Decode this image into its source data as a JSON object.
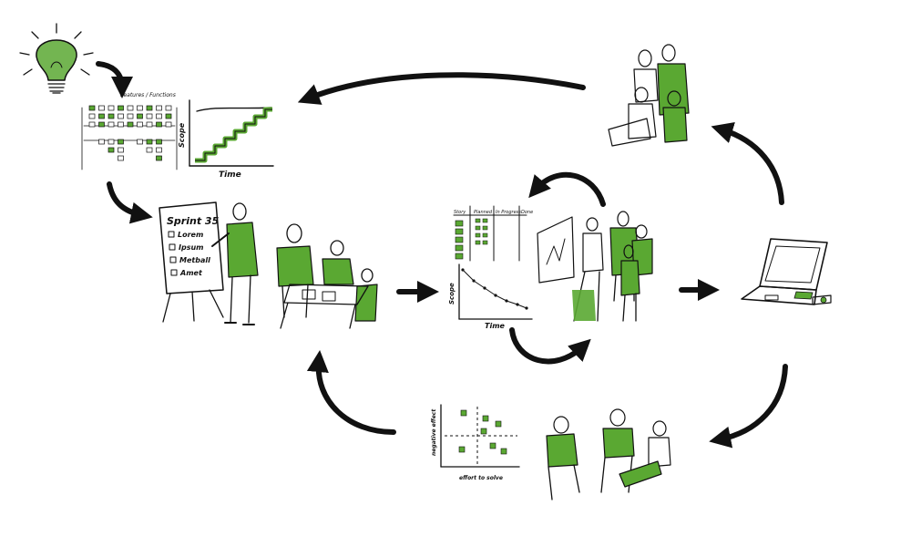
{
  "colors": {
    "accent": "#5aa832",
    "ink": "#111111",
    "background": "#ffffff"
  },
  "icons": {
    "idea": "lightbulb-icon",
    "delivery": "laptop-icon"
  },
  "backlog": {
    "heading": "Features / Functions"
  },
  "release_chart": {
    "xlabel": "Time",
    "ylabel": "Scope"
  },
  "sprint_board": {
    "title": "Sprint 35",
    "items": [
      "Lorem",
      "Ipsum",
      "Metball",
      "Amet"
    ]
  },
  "task_board": {
    "columns": [
      "Story",
      "Planned",
      "In Progress",
      "Done"
    ]
  },
  "burndown": {
    "xlabel": "Time",
    "ylabel": "Scope"
  },
  "retro_matrix": {
    "ylabel": "negative effect",
    "xlabel": "effort to solve"
  }
}
